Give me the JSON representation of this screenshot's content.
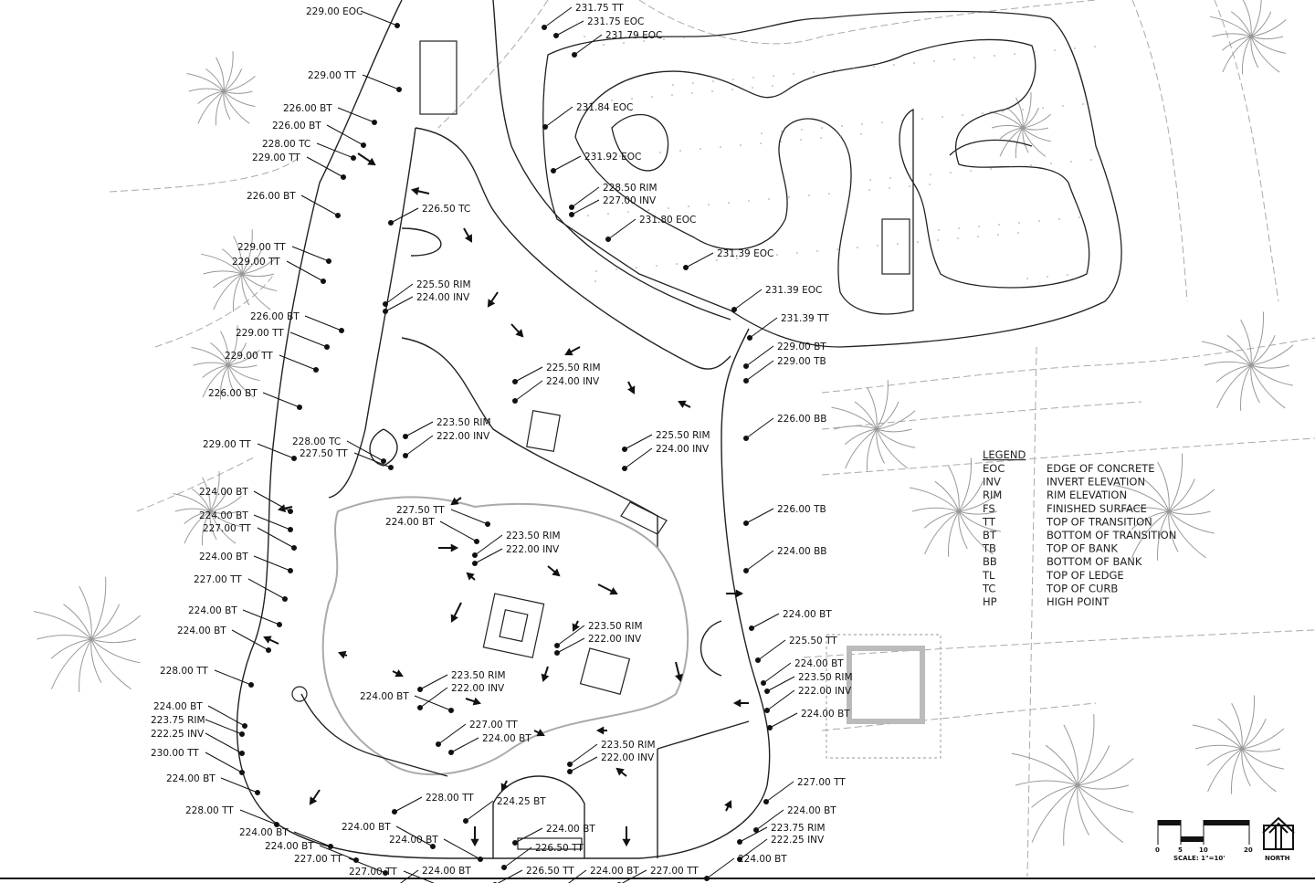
{
  "labels": [
    "229.00 EOC",
    "231.75 TT",
    "231.75 EOC",
    "231.79 EOC",
    "229.00 TT",
    "231.84 EOC",
    "226.00 BT",
    "226.00 BT",
    "228.00 TC",
    "229.00 TT",
    "231.92 EOC",
    "228.50 RIM",
    "227.00 INV",
    "226.00 BT",
    "226.50 TC",
    "231.80 EOC",
    "229.00 TT",
    "229.00 TT",
    "231.39 EOC",
    "225.50 RIM",
    "224.00 INV",
    "231.39 EOC",
    "226.00 BT",
    "231.39 TT",
    "229.00 TT",
    "229.00 BT",
    "229.00 TT",
    "229.00 TB",
    "225.50 RIM",
    "224.00 INV",
    "226.00 BT",
    "226.00 BB",
    "223.50 RIM",
    "222.00 INV",
    "225.50 RIM",
    "224.00 INV",
    "229.00 TT",
    "228.00 TC",
    "227.50 TT",
    "224.00 BT",
    "227.50 TT",
    "224.00 BT",
    "224.00 BT",
    "227.00 TT",
    "226.00 TB",
    "223.50 RIM",
    "222.00 INV",
    "224.00 BB",
    "224.00 BT",
    "227.00 TT",
    "224.00 BT",
    "224.00 BT",
    "224.00 BT",
    "223.50 RIM",
    "222.00 INV",
    "225.50 TT",
    "228.00 TT",
    "224.00 BT",
    "223.50 RIM",
    "222.00 INV",
    "223.50 RIM",
    "222.00 INV",
    "224.00 BT",
    "224.00 BT",
    "223.75 RIM",
    "222.25 INV",
    "224.00 BT",
    "227.00 TT",
    "224.00 BT",
    "223.50 RIM",
    "222.00 INV",
    "230.00 TT",
    "224.00 BT",
    "227.00 TT",
    "228.00 TT",
    "224.25 BT",
    "228.00 TT",
    "224.00 BT",
    "223.75 RIM",
    "222.25 INV",
    "224.00 BT",
    "224.00 BT",
    "224.00 BT",
    "226.50 TT",
    "224.00 BT",
    "224.00 BT",
    "227.00 TT",
    "224.00 BT",
    "227.00 TT",
    "224.00 BT",
    "226.50 TT",
    "224.00 BT",
    "227.00 TT"
  ],
  "legend": {
    "title": "LEGEND",
    "items": [
      {
        "abbr": "EOC",
        "desc": "EDGE OF CONCRETE"
      },
      {
        "abbr": "INV",
        "desc": "INVERT ELEVATION"
      },
      {
        "abbr": "RIM",
        "desc": "RIM ELEVATION"
      },
      {
        "abbr": "FS",
        "desc": "FINISHED SURFACE"
      },
      {
        "abbr": "TT",
        "desc": "TOP OF TRANSITION"
      },
      {
        "abbr": "BT",
        "desc": "BOTTOM OF TRANSITION"
      },
      {
        "abbr": "TB",
        "desc": "TOP OF BANK"
      },
      {
        "abbr": "BB",
        "desc": "BOTTOM OF BANK"
      },
      {
        "abbr": "TL",
        "desc": "TOP OF LEDGE"
      },
      {
        "abbr": "TC",
        "desc": "TOP OF CURB"
      },
      {
        "abbr": "HP",
        "desc": "HIGH POINT"
      }
    ]
  },
  "scale": {
    "ticks": [
      "0",
      "5",
      "10",
      "20"
    ],
    "text": "SCALE:  1\"=10'"
  },
  "north": {
    "text": "NORTH",
    "icon": "north-arrow-icon"
  }
}
